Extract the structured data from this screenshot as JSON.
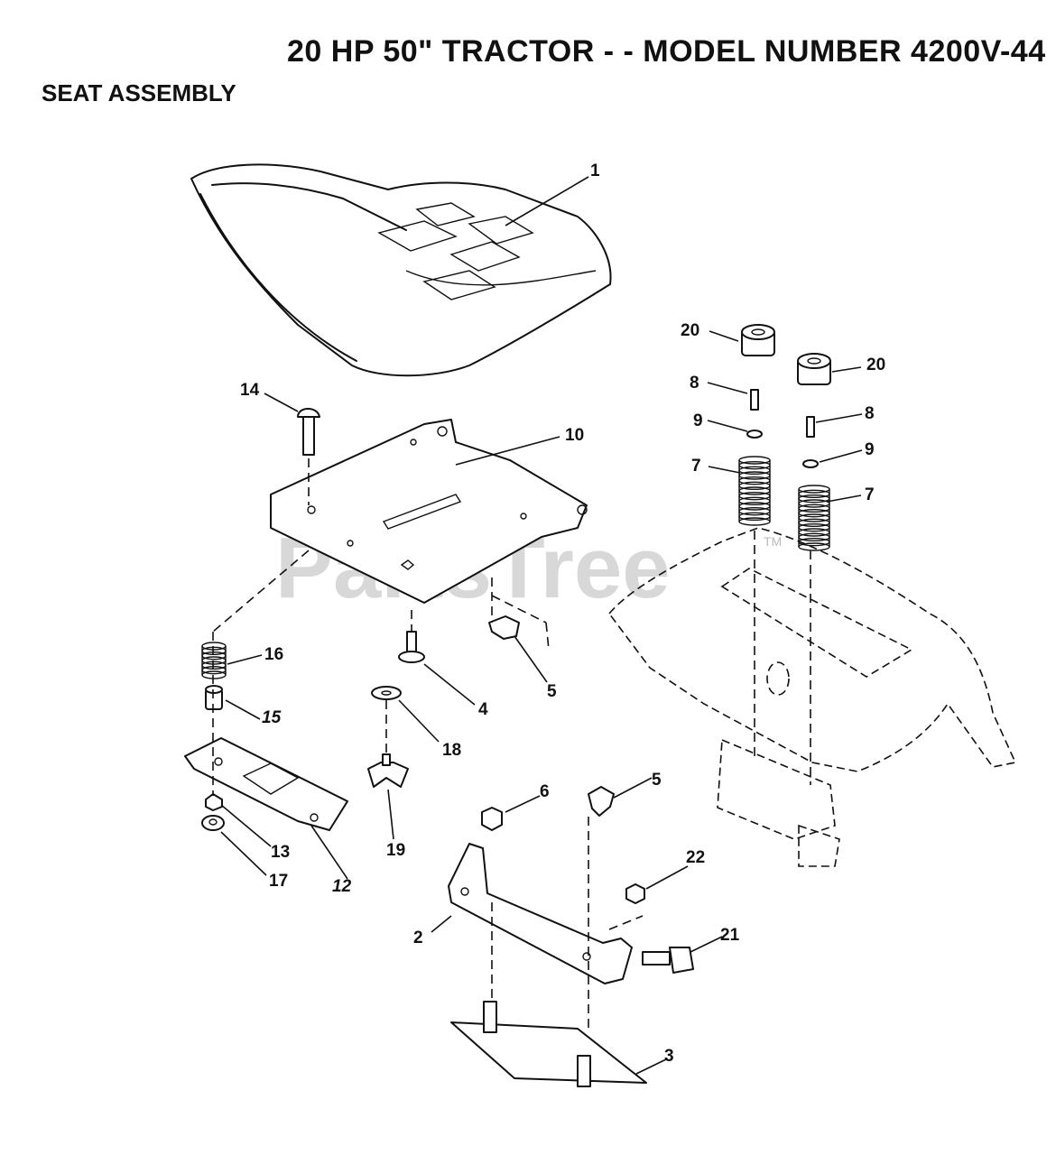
{
  "header": {
    "title": "20 HP 50\" TRACTOR - - MODEL NUMBER 4200V-44",
    "subtitle": "SEAT ASSEMBLY"
  },
  "watermark": {
    "text": "PartsTree",
    "trademark": "TM"
  },
  "callouts": [
    {
      "id": "c1",
      "label": "1",
      "italic": false
    },
    {
      "id": "c2",
      "label": "2",
      "italic": false
    },
    {
      "id": "c3",
      "label": "3",
      "italic": false
    },
    {
      "id": "c4",
      "label": "4",
      "italic": false
    },
    {
      "id": "c5a",
      "label": "5",
      "italic": false
    },
    {
      "id": "c5b",
      "label": "5",
      "italic": false
    },
    {
      "id": "c6",
      "label": "6",
      "italic": false
    },
    {
      "id": "c7a",
      "label": "7",
      "italic": false
    },
    {
      "id": "c7b",
      "label": "7",
      "italic": false
    },
    {
      "id": "c8a",
      "label": "8",
      "italic": false
    },
    {
      "id": "c8b",
      "label": "8",
      "italic": false
    },
    {
      "id": "c9a",
      "label": "9",
      "italic": false
    },
    {
      "id": "c9b",
      "label": "9",
      "italic": false
    },
    {
      "id": "c10",
      "label": "10",
      "italic": false
    },
    {
      "id": "c12",
      "label": "12",
      "italic": true
    },
    {
      "id": "c13",
      "label": "13",
      "italic": false
    },
    {
      "id": "c14",
      "label": "14",
      "italic": false
    },
    {
      "id": "c15",
      "label": "15",
      "italic": true
    },
    {
      "id": "c16",
      "label": "16",
      "italic": false
    },
    {
      "id": "c17",
      "label": "17",
      "italic": false
    },
    {
      "id": "c18",
      "label": "18",
      "italic": false
    },
    {
      "id": "c19",
      "label": "19",
      "italic": false
    },
    {
      "id": "c20a",
      "label": "20",
      "italic": false
    },
    {
      "id": "c20b",
      "label": "20",
      "italic": false
    },
    {
      "id": "c21",
      "label": "21",
      "italic": false
    },
    {
      "id": "c22",
      "label": "22",
      "italic": false
    }
  ]
}
